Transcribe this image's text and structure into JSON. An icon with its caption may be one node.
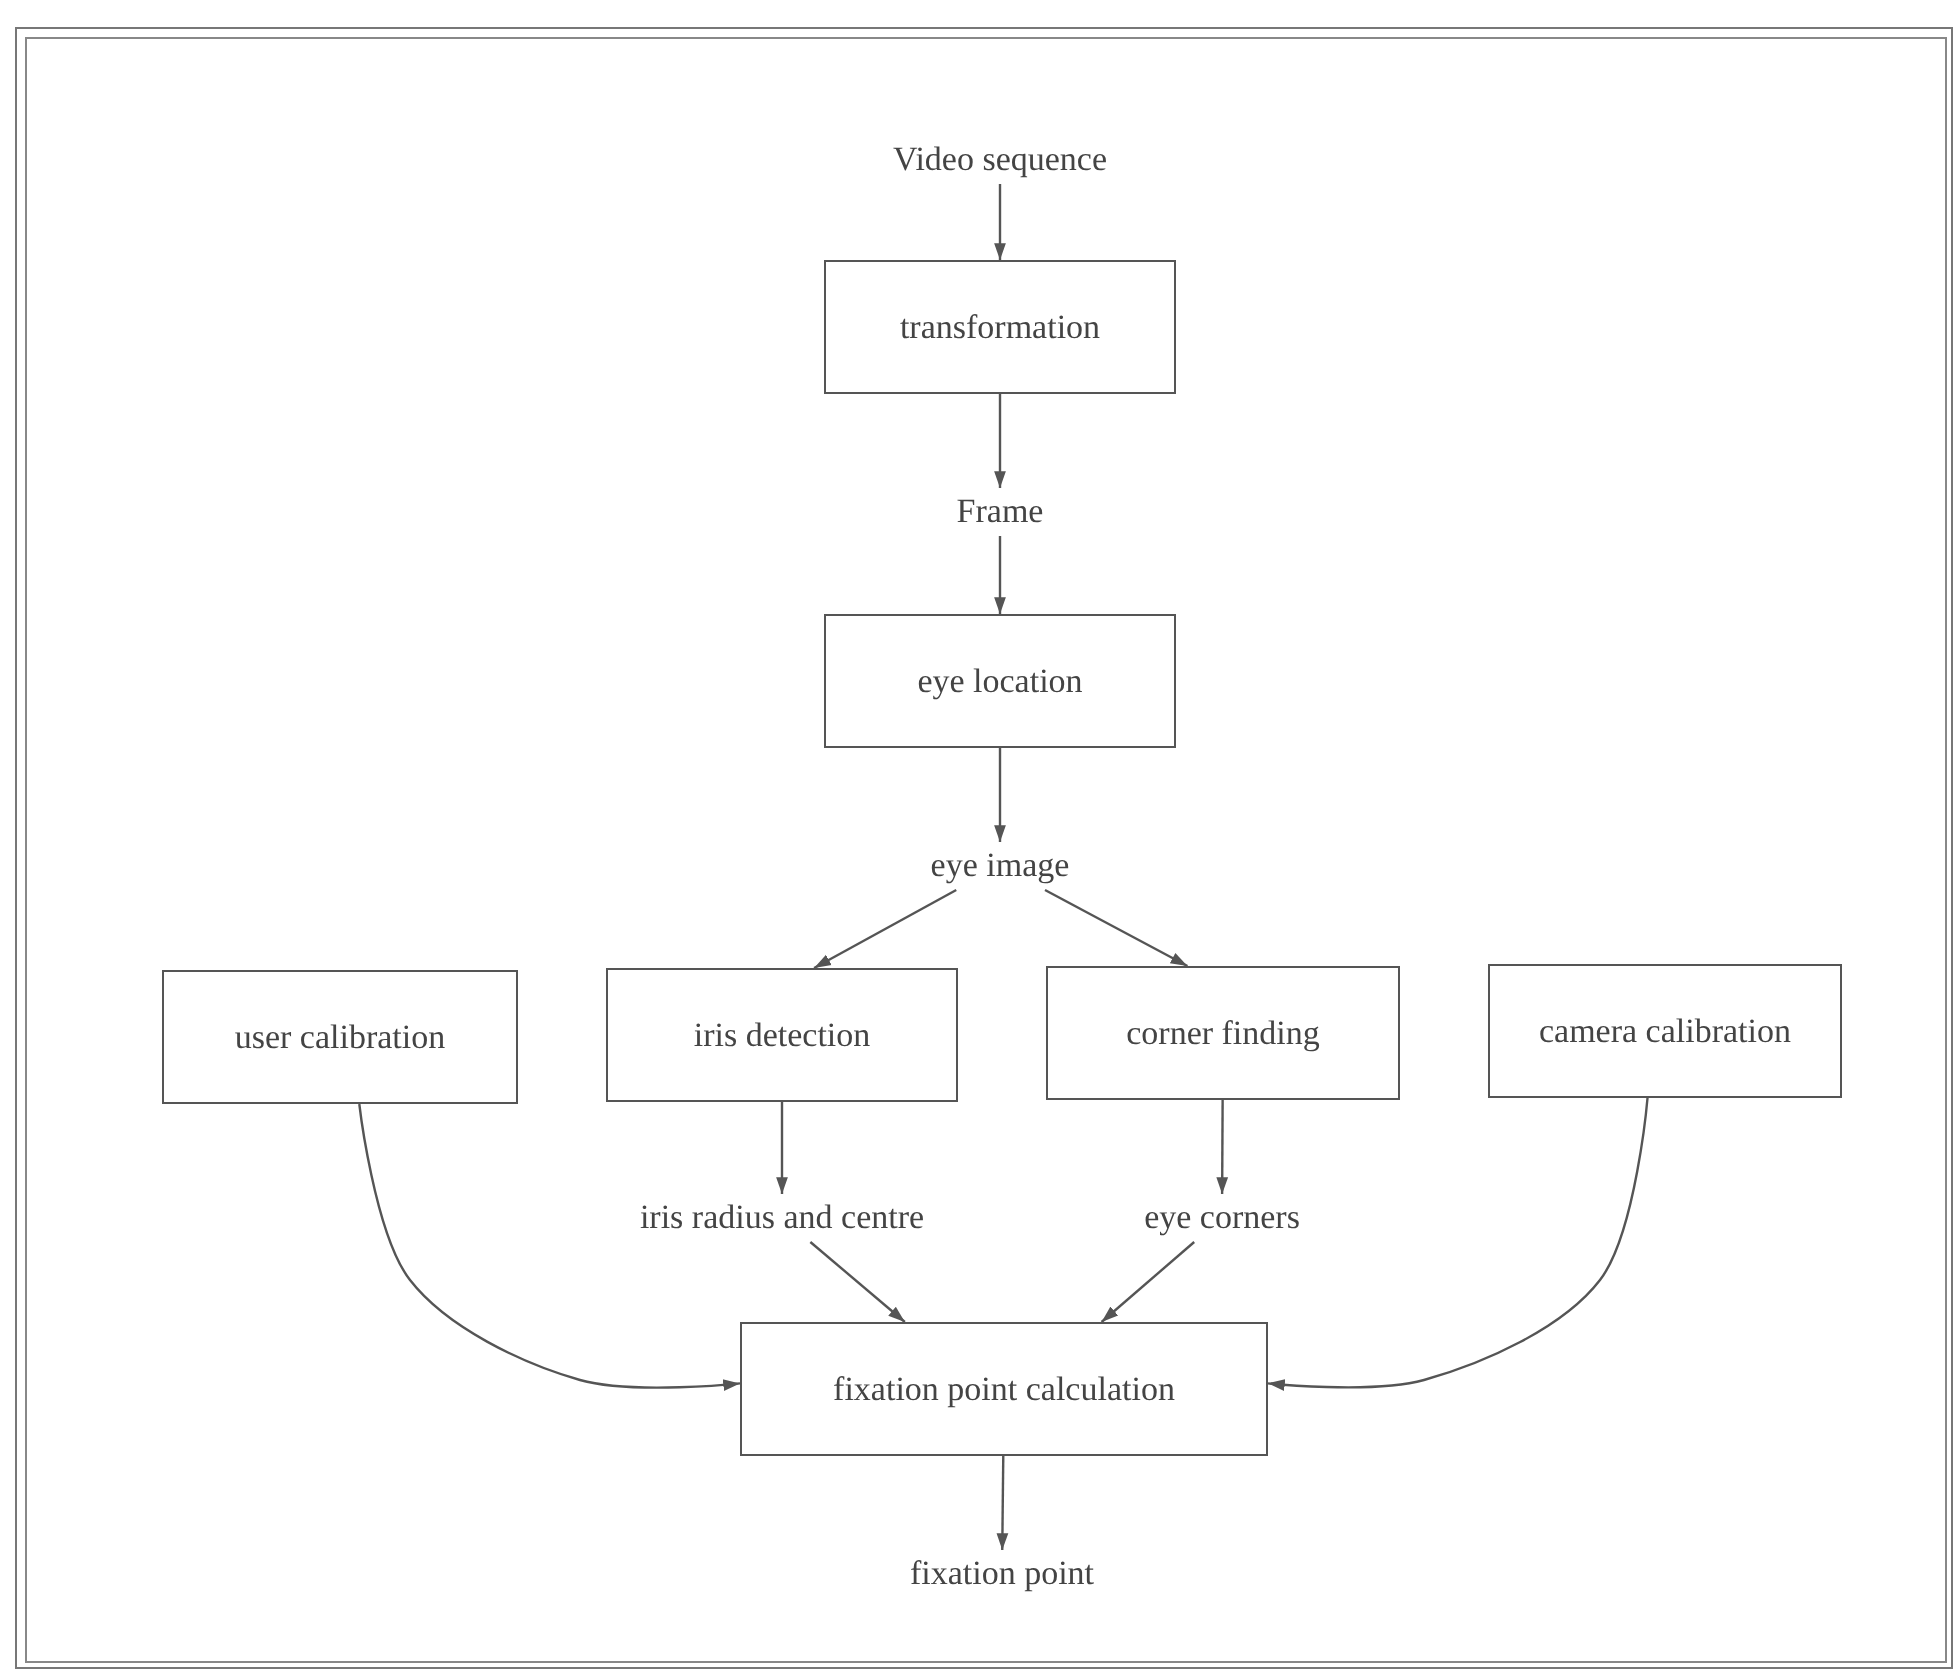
{
  "diagram": {
    "nodes": [
      {
        "text": [
          "Video sequence"
        ]
      },
      {
        "text": [
          "transformation"
        ]
      },
      {
        "text": [
          "Frame"
        ]
      },
      {
        "text": [
          "eye location"
        ]
      },
      {
        "text": [
          "eye image"
        ]
      },
      {
        "text": [
          "user calibration"
        ]
      },
      {
        "text": [
          "iris detection"
        ]
      },
      {
        "text": [
          "corner finding"
        ]
      },
      {
        "text": [
          "camera calibration"
        ]
      },
      {
        "text": [
          "iris radius and centre"
        ]
      },
      {
        "text": [
          "eye corners"
        ]
      },
      {
        "text": [
          "fixation point calculation"
        ]
      },
      {
        "text": [
          "fixation point"
        ]
      }
    ],
    "edges": [
      {
        "from": 0,
        "to": 1,
        "arrow": "to"
      },
      {
        "from": 1,
        "to": 2,
        "arrow": "to"
      },
      {
        "from": 2,
        "to": 3,
        "arrow": "to"
      },
      {
        "from": 3,
        "to": 4,
        "arrow": "to"
      },
      {
        "from": 4,
        "to": 6,
        "arrow": "to"
      },
      {
        "from": 4,
        "to": 7,
        "arrow": "to"
      },
      {
        "from": 6,
        "to": 9,
        "arrow": "to"
      },
      {
        "from": 7,
        "to": 10,
        "arrow": "to"
      },
      {
        "from": 9,
        "to": 11,
        "arrow": "to"
      },
      {
        "from": 10,
        "to": 11,
        "arrow": "to"
      },
      {
        "from": 5,
        "to": 11,
        "arrow": "to"
      },
      {
        "from": 8,
        "to": 11,
        "arrow": "to"
      },
      {
        "from": 11,
        "to": 12,
        "arrow": "to"
      }
    ]
  }
}
